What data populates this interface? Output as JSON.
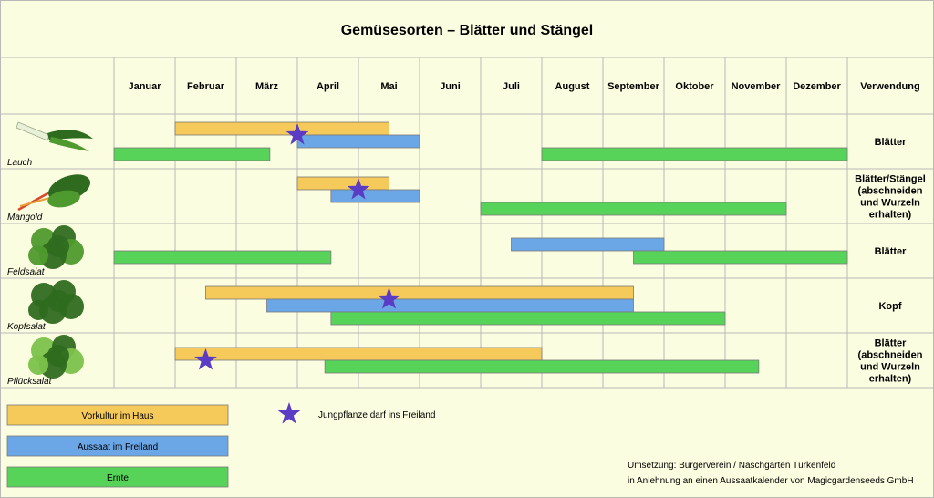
{
  "chart_data": {
    "type": "gantt",
    "title": "Gemüsesorten – Blätter und Stängel",
    "months": [
      "Januar",
      "Februar",
      "März",
      "April",
      "Mai",
      "Juni",
      "Juli",
      "August",
      "September",
      "Oktober",
      "November",
      "Dezember"
    ],
    "use_header": "Verwendung",
    "x_range_months": [
      0,
      12
    ],
    "categories": [
      {
        "name": "Vorkultur im Haus",
        "color": "#f5c95a"
      },
      {
        "name": "Aussaat im Freiland",
        "color": "#6ba6e6"
      },
      {
        "name": "Ernte",
        "color": "#58d359"
      }
    ],
    "marker": {
      "name": "Jungpflanze darf ins Freiland",
      "color": "#5b3cc4",
      "icon": "star-icon"
    },
    "rows": [
      {
        "name": "Lauch",
        "icon": "leek-icon",
        "use": [
          "Blätter"
        ],
        "bars": [
          {
            "category": 0,
            "start": 1.0,
            "end": 4.5
          },
          {
            "category": 1,
            "start": 3.0,
            "end": 5.0
          },
          {
            "category": 2,
            "start": 0.0,
            "end": 2.55
          },
          {
            "category": 2,
            "start": 7.0,
            "end": 12.0
          }
        ],
        "stars": [
          3.0
        ]
      },
      {
        "name": "Mangold",
        "icon": "chard-icon",
        "use": [
          "Blätter/Stängel",
          "(abschneiden",
          "und Wurzeln",
          "erhalten)"
        ],
        "bars": [
          {
            "category": 0,
            "start": 3.0,
            "end": 4.5
          },
          {
            "category": 1,
            "start": 3.55,
            "end": 5.0
          },
          {
            "category": 2,
            "start": 6.0,
            "end": 11.0
          }
        ],
        "stars": [
          4.0
        ]
      },
      {
        "name": "Feldsalat",
        "icon": "lambs-lettuce-icon",
        "use": [
          "Blätter"
        ],
        "bars": [
          {
            "category": 1,
            "start": 6.5,
            "end": 9.0
          },
          {
            "category": 2,
            "start": 0.0,
            "end": 3.55
          },
          {
            "category": 2,
            "start": 8.5,
            "end": 12.0
          }
        ],
        "stars": []
      },
      {
        "name": "Kopfsalat",
        "icon": "lettuce-icon",
        "use": [
          "Kopf"
        ],
        "bars": [
          {
            "category": 0,
            "start": 1.5,
            "end": 8.5
          },
          {
            "category": 1,
            "start": 2.5,
            "end": 8.5
          },
          {
            "category": 2,
            "start": 3.55,
            "end": 10.0
          }
        ],
        "stars": [
          4.5
        ]
      },
      {
        "name": "Pflücksalat",
        "icon": "leaf-lettuce-icon",
        "use": [
          "Blätter",
          "(abschneiden",
          "und Wurzeln",
          "erhalten)"
        ],
        "bars": [
          {
            "category": 0,
            "start": 1.0,
            "end": 7.0
          },
          {
            "category": 2,
            "start": 3.45,
            "end": 10.55
          }
        ],
        "stars": [
          1.5
        ]
      }
    ],
    "credits": [
      "Umsetzung: Bürgerverein / Naschgarten Türkenfeld",
      "in Anlehnung an einen Aussaatkalender von Magicgardenseeds GmbH"
    ],
    "colors": {
      "background": "#fbfde0",
      "grid": "#b9b9b9"
    }
  }
}
